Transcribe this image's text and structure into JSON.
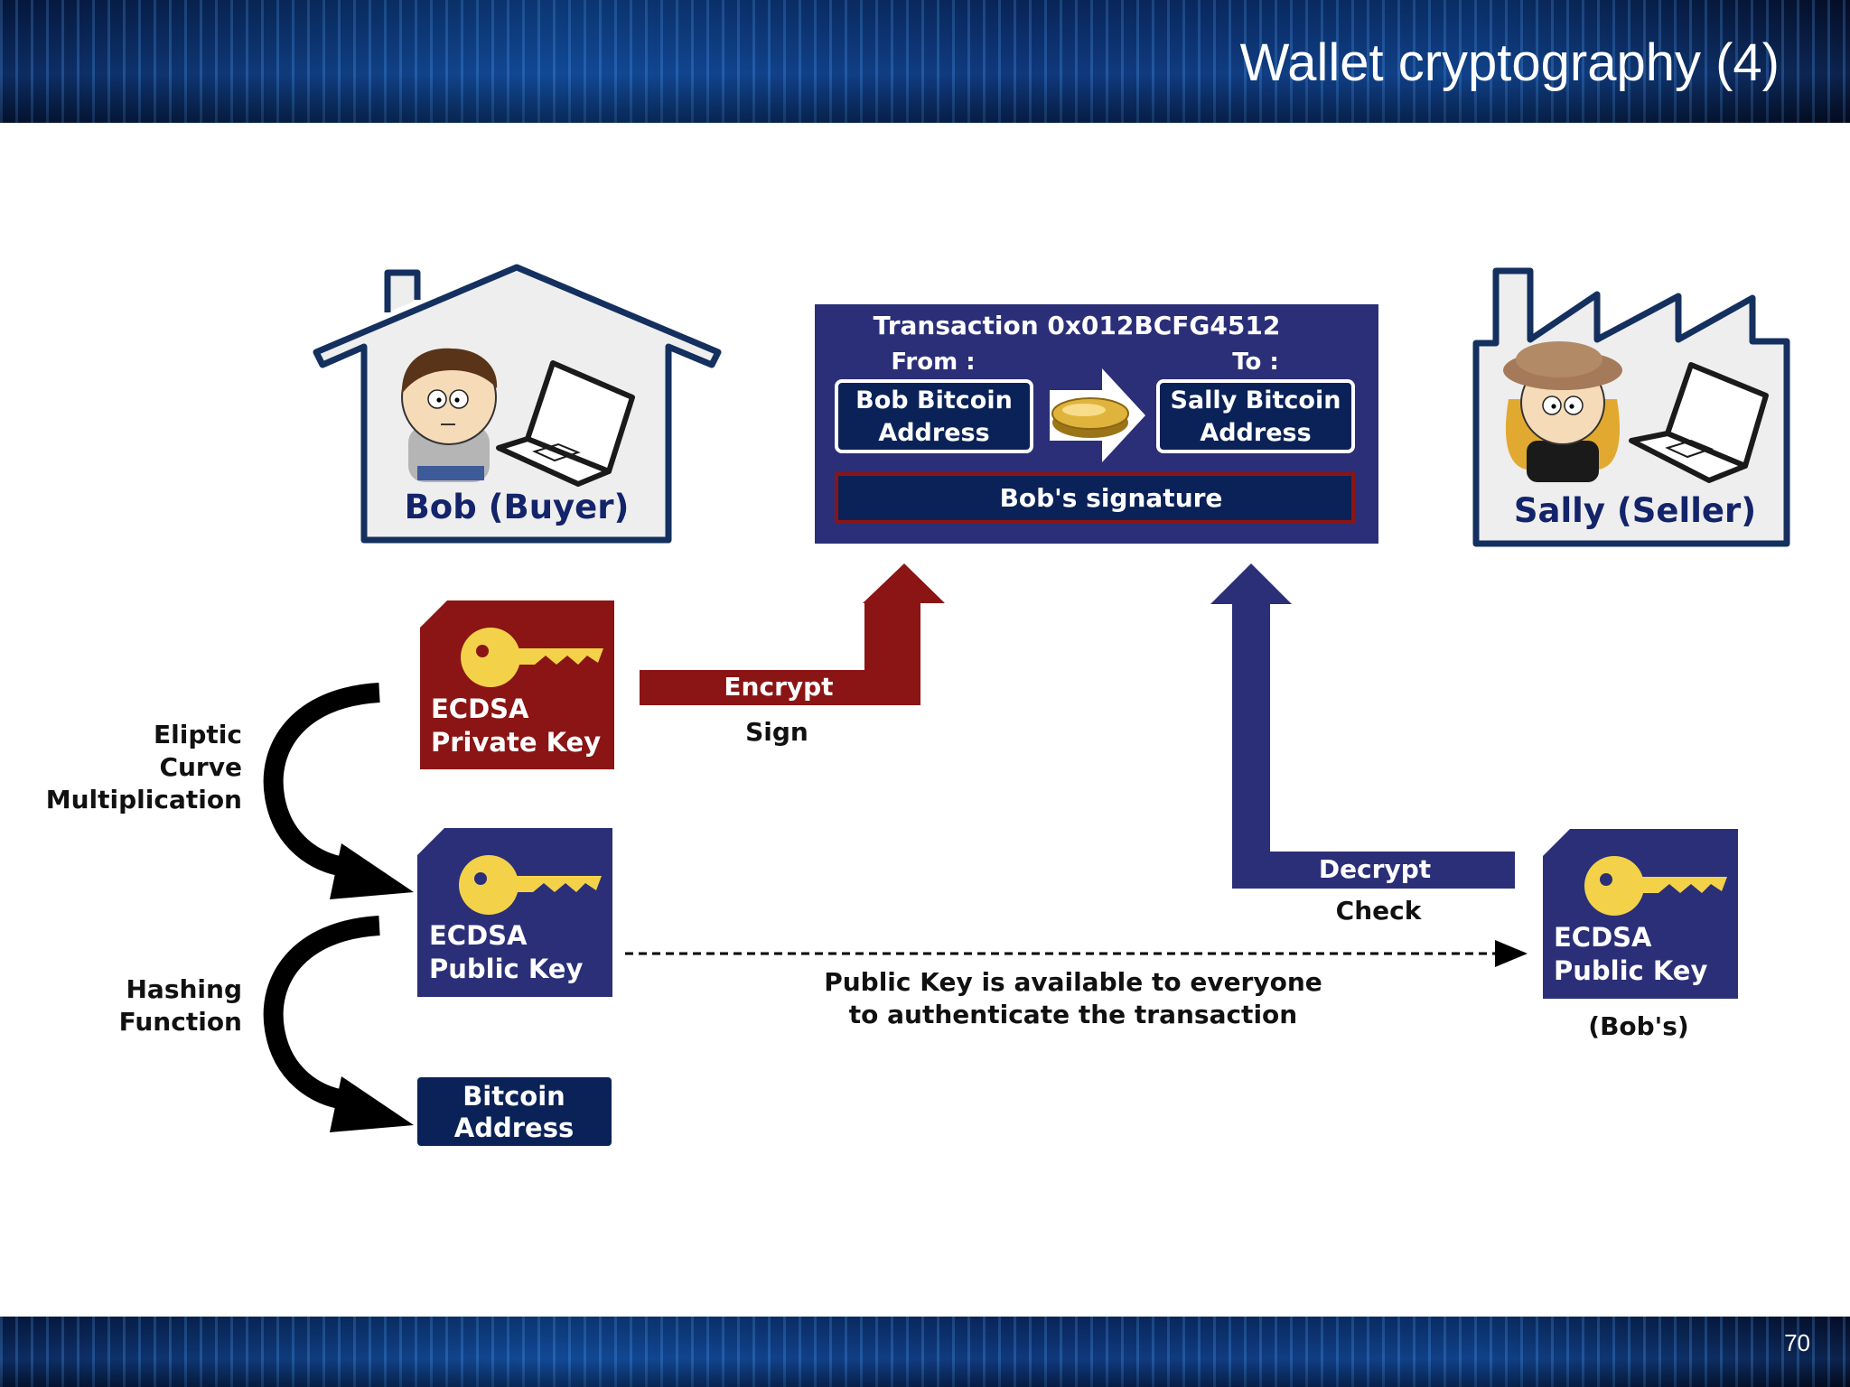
{
  "slide": {
    "title": "Wallet cryptography (4)",
    "page_number": "70"
  },
  "buyer": {
    "label": "Bob (Buyer)"
  },
  "seller": {
    "label": "Sally (Seller)"
  },
  "transaction": {
    "title": "Transaction 0x012BCFG4512",
    "from_label": "From :",
    "to_label": "To :",
    "from_address": [
      "Bob Bitcoin",
      "Address"
    ],
    "to_address": [
      "Sally Bitcoin",
      "Address"
    ],
    "signature": "Bob's signature"
  },
  "keys": {
    "private_key": [
      "ECDSA",
      "Private Key"
    ],
    "public_key": [
      "ECDSA",
      "Public Key"
    ],
    "bitcoin_address": [
      "Bitcoin",
      "Address"
    ],
    "seller_public_key": [
      "ECDSA",
      "Public Key"
    ],
    "seller_public_key_owner": "(Bob's)"
  },
  "steps": {
    "elliptic": [
      "Eliptic",
      "Curve",
      "Multiplication"
    ],
    "hashing": [
      "Hashing",
      "Function"
    ]
  },
  "arrows": {
    "encrypt_label": "Encrypt",
    "sign_label": "Sign",
    "decrypt_label": "Decrypt",
    "check_label": "Check"
  },
  "public_note": [
    "Public Key is available to everyone",
    "to authenticate the transaction"
  ],
  "colors": {
    "navy": "#2b2f78",
    "dark_navy": "#0a2257",
    "red": "#8b1414",
    "key_gold": "#f3d24a",
    "house_fill": "#eeeeee",
    "house_stroke": "#14305f"
  }
}
